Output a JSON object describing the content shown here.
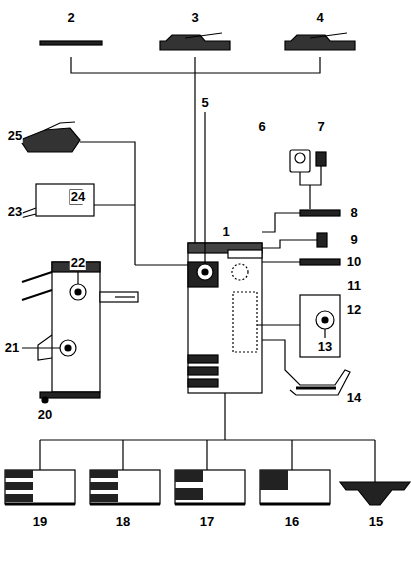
{
  "diagram": {
    "labels": [
      "2",
      "3",
      "4",
      "5",
      "1",
      "6",
      "7",
      "8",
      "9",
      "10",
      "11",
      "12",
      "13",
      "14",
      "25",
      "24",
      "23",
      "22",
      "21",
      "20",
      "19",
      "18",
      "17",
      "16",
      "15"
    ]
  }
}
